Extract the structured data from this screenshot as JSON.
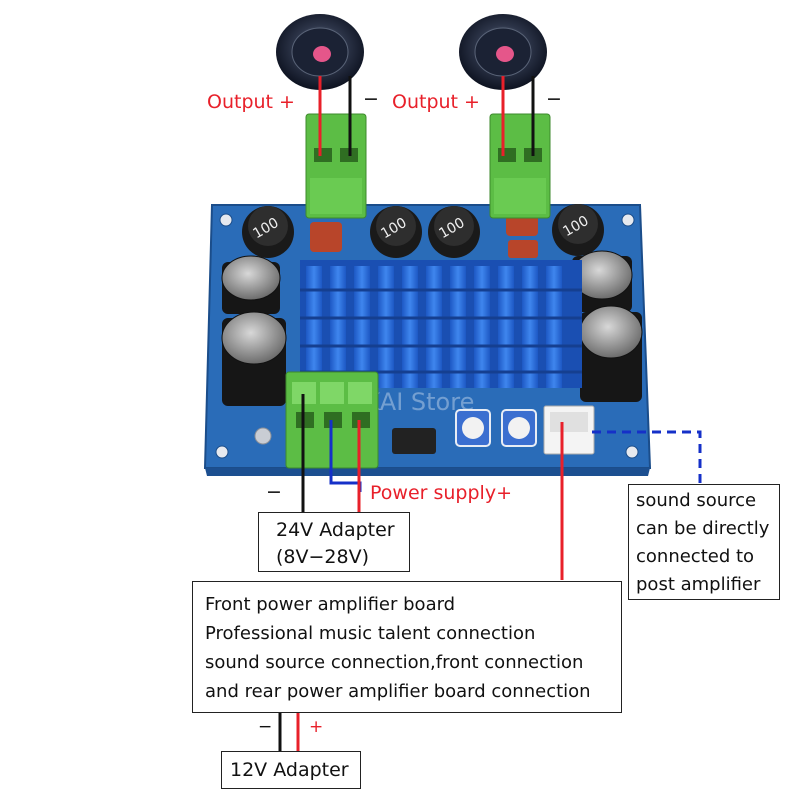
{
  "labels": {
    "output_left": "Output +",
    "output_right": "Output +",
    "minus_left_speaker": "−",
    "minus_right_speaker": "−",
    "minus_power": "−",
    "power_supply": "Power supply+",
    "minus_12v": "−",
    "plus_12v": "+"
  },
  "board": {
    "watermark": "KAIKAI Store",
    "inductor_label": "100"
  },
  "boxes": {
    "adapter_24v": [
      "24V Adapter",
      "(8V−28V)"
    ],
    "sound_source_note": [
      "sound source",
      "can be directly",
      "connected to",
      "post amplifier"
    ],
    "front_board_note": [
      "Front power amplifier board",
      "Professional music talent connection",
      "sound source connection,front connection",
      "and rear power amplifier board connection"
    ],
    "adapter_12v": [
      "12V Adapter"
    ]
  },
  "colors": {
    "pcb": "#2a6cb8",
    "heatsink": "#2b6fd6",
    "terminal": "#5cbd45",
    "wire_red": "#e8202a",
    "wire_black": "#111111",
    "wire_blue": "#1530c8"
  }
}
